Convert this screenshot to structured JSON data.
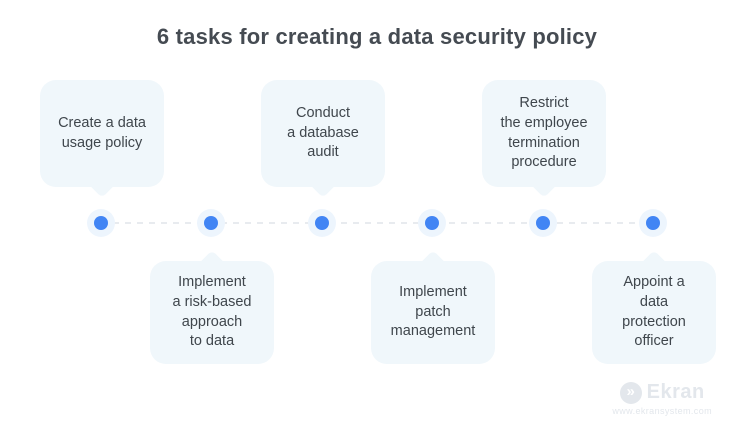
{
  "title": "6 tasks for creating a data security policy",
  "colors": {
    "background": "#ffffff",
    "title_text": "#454b52",
    "bubble_bg": "#f0f7fb",
    "bubble_text": "#3f464c",
    "dot": "#4285f4",
    "dot_halo": "#edf5fd",
    "dash": "#e8ebef",
    "watermark": "#e3e7ec"
  },
  "timeline": {
    "steps": [
      {
        "id": 1,
        "position": "top",
        "label": "Create a data\nusage policy"
      },
      {
        "id": 2,
        "position": "bottom",
        "label": "Implement\na risk-based\napproach\nto data"
      },
      {
        "id": 3,
        "position": "top",
        "label": "Conduct\na database\naudit"
      },
      {
        "id": 4,
        "position": "bottom",
        "label": "Implement\npatch\nmanagement"
      },
      {
        "id": 5,
        "position": "top",
        "label": "Restrict\nthe employee\ntermination\nprocedure"
      },
      {
        "id": 6,
        "position": "bottom",
        "label": "Appoint a\ndata\nprotection\nofficer"
      }
    ]
  },
  "footer": {
    "brand": "Ekran",
    "website": "www.ekransystem.com",
    "icon": "double-chevron-icon"
  }
}
